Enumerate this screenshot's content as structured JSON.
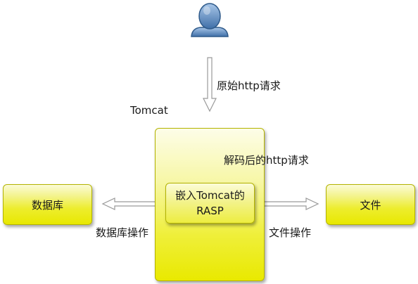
{
  "diagram": {
    "request_label": "原始http请求",
    "tomcat_label": "Tomcat",
    "decoded_label": "解码后的http请求",
    "rasp_label": "嵌入Tomcat的\nRASP",
    "db_label": "数据库",
    "db_op_label": "数据库操作",
    "file_label": "文件",
    "file_op_label": "文件操作"
  }
}
